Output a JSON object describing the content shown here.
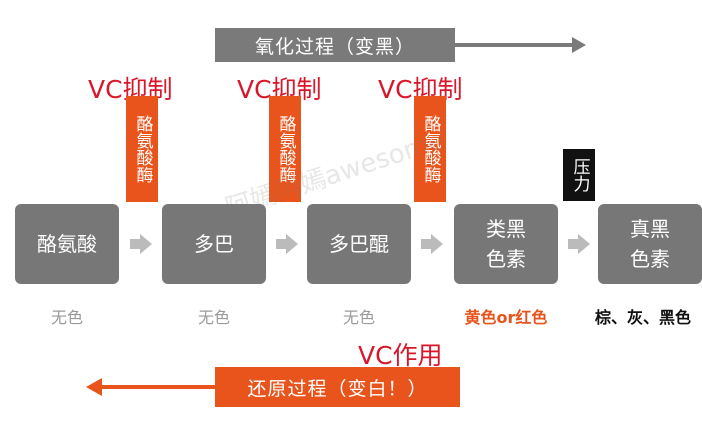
{
  "oxidation": {
    "label": "氧化过程（变黑）"
  },
  "reduction": {
    "label": "还原过程（变白！）"
  },
  "notes": {
    "vc_inhibit_1": "VC抑制",
    "vc_inhibit_2": "VC抑制",
    "vc_inhibit_3": "VC抑制",
    "vc_effect": "VC作用"
  },
  "enzymes": [
    "酪氨酸酶",
    "酪氨酸酶",
    "酪氨酸酶"
  ],
  "pressure": "压力",
  "stages": [
    {
      "name": "酪氨酸",
      "color_text": "无色"
    },
    {
      "name": "多巴",
      "color_text": "无色"
    },
    {
      "name": "多巴醌",
      "color_text": "无色"
    },
    {
      "name": "类黑\n色素",
      "color_text": "黄色or红色"
    },
    {
      "name": "真黑\n色素",
      "color_text": "棕、灰、黑色"
    }
  ],
  "watermark": "阿嫣阿嫣awesome",
  "colors": {
    "grey": "#777777",
    "orange": "#e8541c",
    "red_note": "#d8172b",
    "black": "#111111"
  }
}
